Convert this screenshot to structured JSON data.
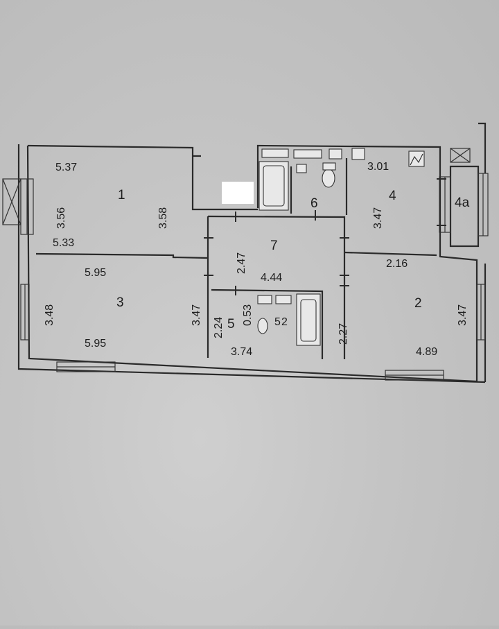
{
  "rooms": [
    {
      "number": "1",
      "dims": [
        "5.37",
        "3.56",
        "3.58",
        "5.33"
      ]
    },
    {
      "number": "2",
      "dims": [
        "2.16",
        "2.27",
        "3.47",
        "4.89"
      ]
    },
    {
      "number": "3",
      "dims": [
        "5.95",
        "3.48",
        "3.47",
        "5.95"
      ]
    },
    {
      "number": "4",
      "dims": [
        "3.01",
        "3.47"
      ]
    },
    {
      "number": "4а"
    },
    {
      "number": "5",
      "dims": [
        "2.24",
        "0.53",
        "3.74"
      ]
    },
    {
      "number": "6"
    },
    {
      "number": "7",
      "dims": [
        "2.47",
        "4.44"
      ]
    }
  ],
  "label_5_2": "5",
  "label_5_2b": "2"
}
